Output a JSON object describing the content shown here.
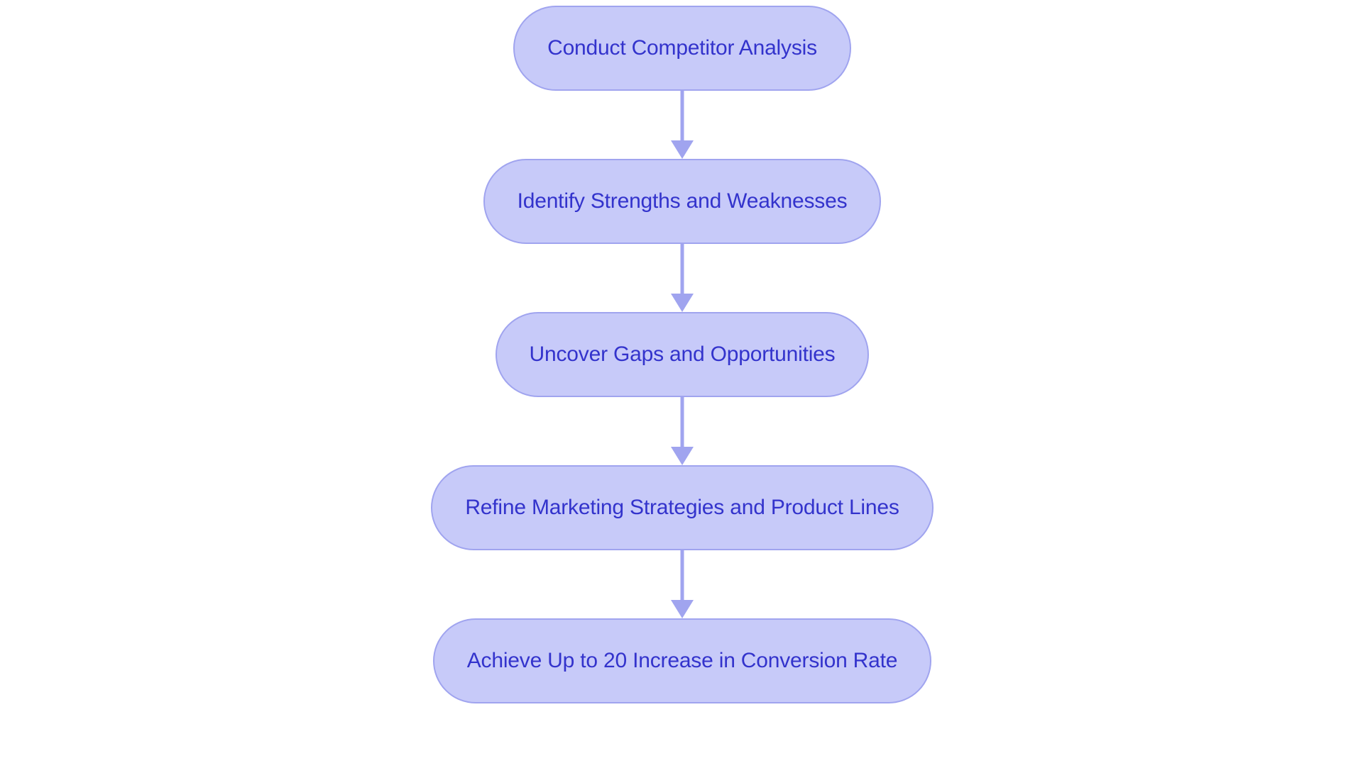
{
  "diagram": {
    "type": "flowchart",
    "orientation": "vertical-top-to-bottom",
    "background_color": "#ffffff",
    "node_fill_color": "#c7caf9",
    "node_border_color": "#a0a4ef",
    "node_text_color": "#3333cc",
    "arrow_color": "#a0a4ef",
    "node_count": 5,
    "arrow_count": 4,
    "nodes": [
      {
        "id": "node-1",
        "label": "Conduct Competitor Analysis"
      },
      {
        "id": "node-2",
        "label": "Identify Strengths and Weaknesses"
      },
      {
        "id": "node-3",
        "label": "Uncover Gaps and Opportunities"
      },
      {
        "id": "node-4",
        "label": "Refine Marketing Strategies and Product Lines"
      },
      {
        "id": "node-5",
        "label": "Achieve Up to 20 Increase in Conversion Rate"
      }
    ],
    "edges": [
      {
        "id": "edge-1",
        "from": "node-1",
        "to": "node-2",
        "label": ""
      },
      {
        "id": "edge-2",
        "from": "node-2",
        "to": "node-3",
        "label": ""
      },
      {
        "id": "edge-3",
        "from": "node-3",
        "to": "node-4",
        "label": ""
      },
      {
        "id": "edge-4",
        "from": "node-4",
        "to": "node-5",
        "label": ""
      }
    ]
  }
}
